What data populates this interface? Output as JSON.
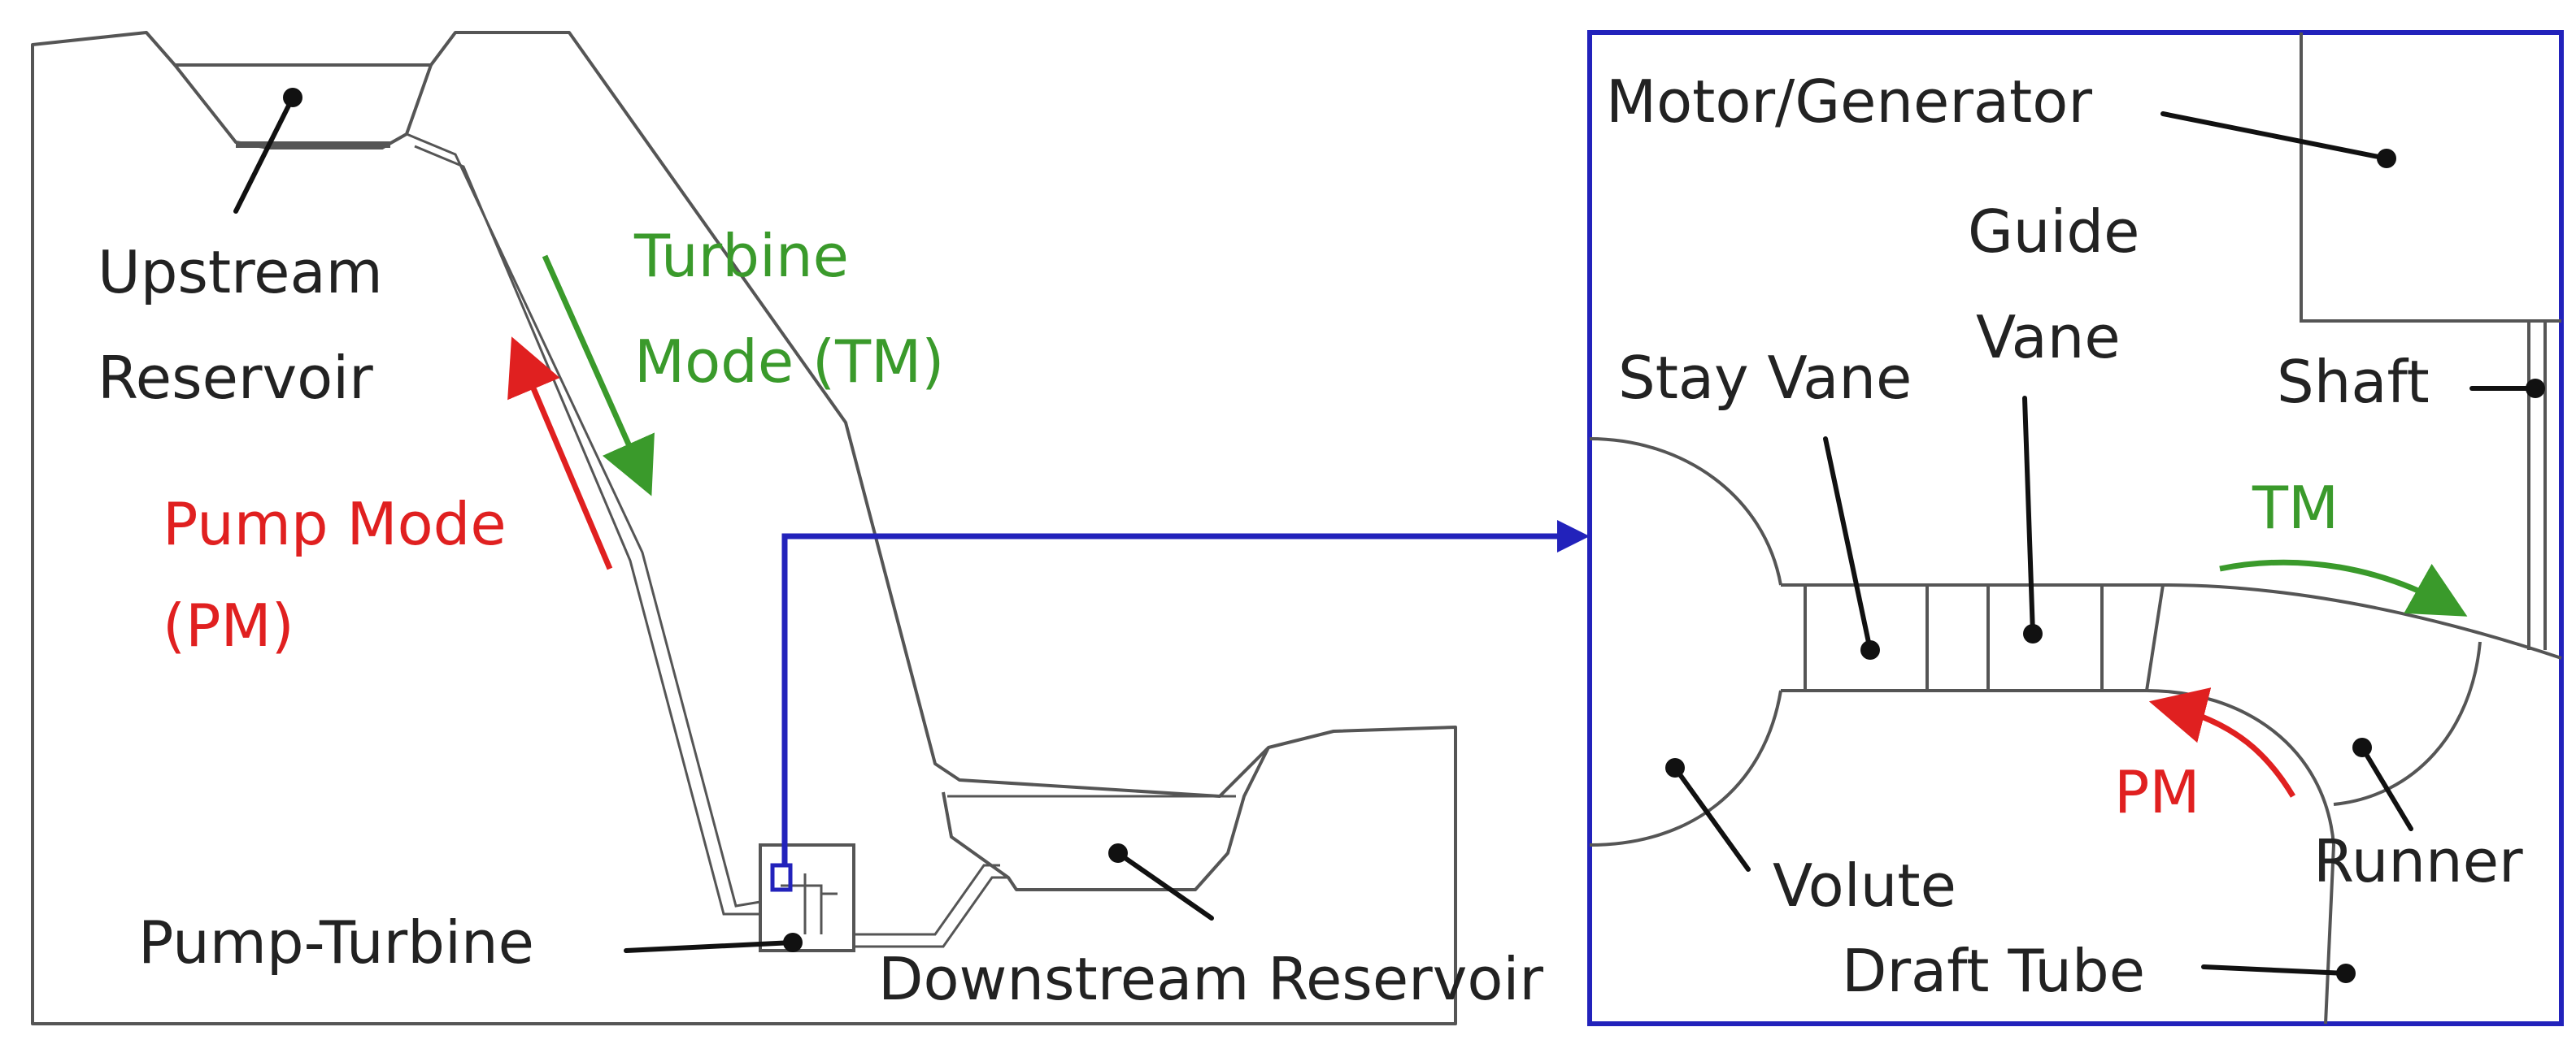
{
  "colors": {
    "turbine_mode": "#3a9a2b",
    "pump_mode": "#e02020",
    "connector_blue": "#2222bb",
    "line_gray": "#555555",
    "leader_black": "#111111"
  },
  "left_diagram": {
    "upstream_reservoir": [
      "Upstream",
      "Reservoir"
    ],
    "turbine_mode": [
      "Turbine",
      "Mode (TM)"
    ],
    "pump_mode": [
      "Pump Mode",
      "(PM)"
    ],
    "pump_turbine": "Pump-Turbine",
    "downstream_reservoir": "Downstream Reservoir"
  },
  "detail_view": {
    "motor_generator": "Motor/Generator",
    "guide_vane": [
      "Guide",
      "Vane"
    ],
    "stay_vane": "Stay Vane",
    "shaft": "Shaft",
    "tm": "TM",
    "pm": "PM",
    "volute": "Volute",
    "runner": "Runner",
    "draft_tube": "Draft Tube"
  }
}
